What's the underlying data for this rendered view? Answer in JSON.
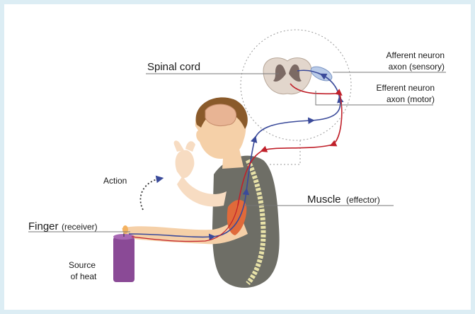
{
  "labels": {
    "spinal_cord": "Spinal cord",
    "afferent_line1": "Afferent neuron",
    "afferent_line2": "axon (sensory)",
    "efferent_line1": "Efferent neuron",
    "efferent_line2": "axon (motor)",
    "action": "Action",
    "muscle_main": "Muscle",
    "muscle_sub": "(effector)",
    "finger_main": "Finger",
    "finger_sub": "(receiver)",
    "heat_line1": "Source",
    "heat_line2": "of heat"
  },
  "colors": {
    "background": "#dcedf4",
    "panel": "#ffffff",
    "afferent": "#3a4a9a",
    "efferent": "#c0202a",
    "skin": "#f5d0a8",
    "hair": "#8a5a2a",
    "shirt": "#6e6e66",
    "spine": "#e8e2a8",
    "muscle": "#e06a3a",
    "candle": "#8a4a96"
  }
}
